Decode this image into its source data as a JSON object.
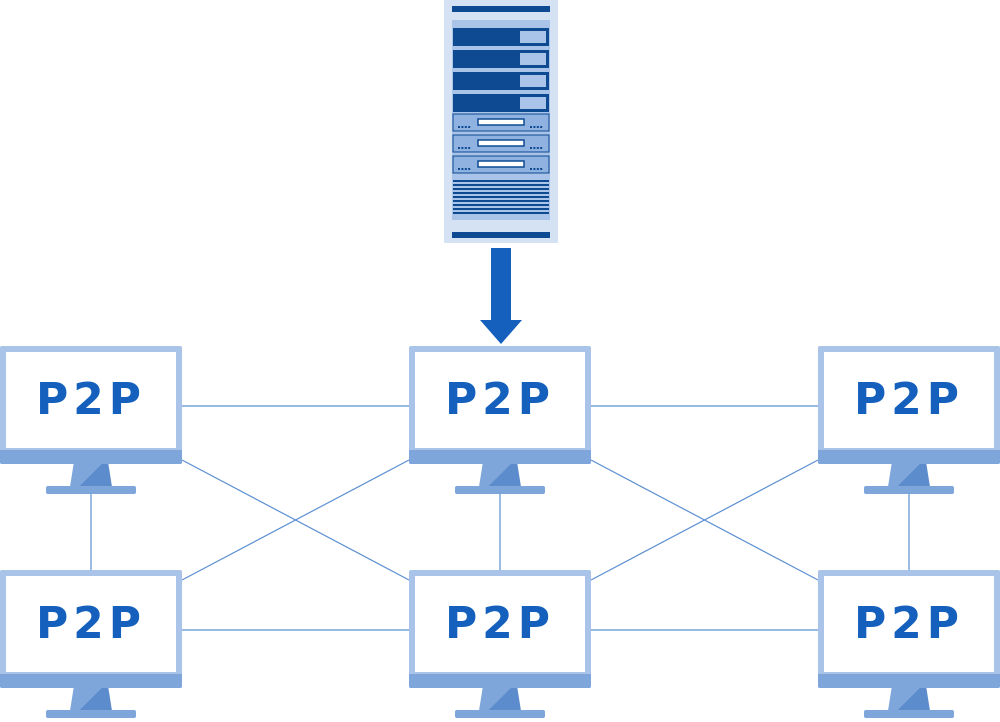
{
  "diagram": {
    "server": {
      "icon": "server-rack-icon"
    },
    "arrow": {
      "icon": "arrow-down-icon"
    },
    "nodes": [
      {
        "id": "top-left",
        "label": "P2P"
      },
      {
        "id": "top-center",
        "label": "P2P"
      },
      {
        "id": "top-right",
        "label": "P2P"
      },
      {
        "id": "bottom-left",
        "label": "P2P"
      },
      {
        "id": "bottom-center",
        "label": "P2P"
      },
      {
        "id": "bottom-right",
        "label": "P2P"
      }
    ],
    "connections": [
      [
        "top-left",
        "top-center"
      ],
      [
        "top-center",
        "top-right"
      ],
      [
        "bottom-left",
        "bottom-center"
      ],
      [
        "bottom-center",
        "bottom-right"
      ],
      [
        "top-left",
        "bottom-left"
      ],
      [
        "top-center",
        "bottom-center"
      ],
      [
        "top-right",
        "bottom-right"
      ],
      [
        "top-left",
        "bottom-center"
      ],
      [
        "bottom-left",
        "top-center"
      ],
      [
        "top-center",
        "bottom-right"
      ],
      [
        "bottom-center",
        "top-right"
      ]
    ],
    "colors": {
      "primary": "#1560bd",
      "light": "#a9c4e8",
      "mid": "#7ea6da",
      "dark": "#0d4a92",
      "line": "#5b8fd1"
    }
  }
}
